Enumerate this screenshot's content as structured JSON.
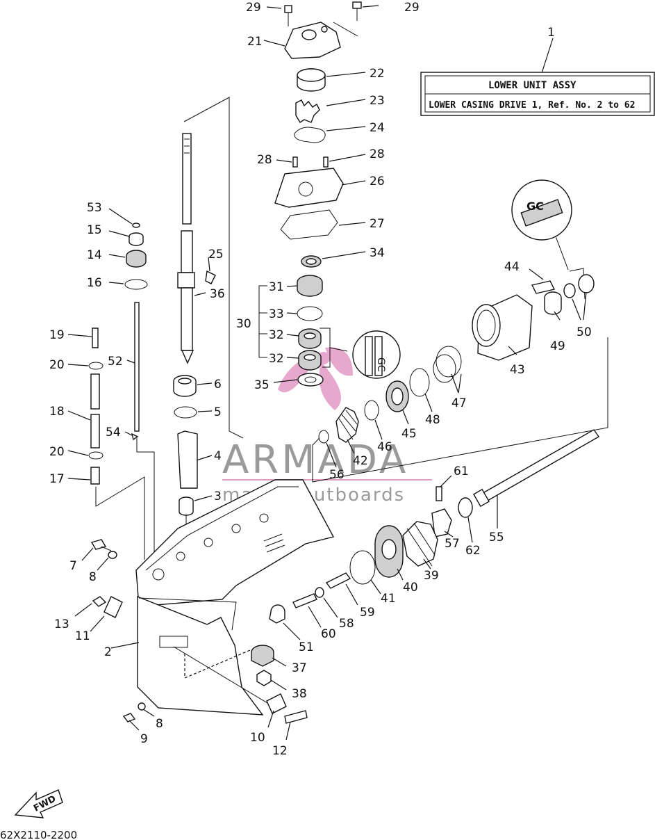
{
  "title_box": {
    "ref_number": "1",
    "line1": "LOWER UNIT ASSY",
    "line2": "LOWER CASING DRIVE 1, Ref. No. 2 to 62"
  },
  "watermark": {
    "brand": "ARMADA",
    "tagline": "marine outboards"
  },
  "fwd_label": "FWD",
  "diagram_code": "62X2110-2200",
  "callouts": {
    "c29a": "29",
    "c29b": "29",
    "c21": "21",
    "c22": "22",
    "c23": "23",
    "c24": "24",
    "c28a": "28",
    "c28b": "28",
    "c26": "26",
    "c27": "27",
    "c34": "34",
    "c53": "53",
    "c15": "15",
    "c14": "14",
    "c25": "25",
    "c16": "16",
    "c36": "36",
    "c31": "31",
    "c33": "33",
    "c30": "30",
    "c32a": "32",
    "c32b": "32",
    "c44": "44",
    "c50": "50",
    "c49": "49",
    "c19": "19",
    "c52": "52",
    "c20a": "20",
    "c6": "6",
    "c35": "35",
    "c43": "43",
    "c5": "5",
    "c47": "47",
    "c18": "18",
    "c48": "48",
    "c45": "45",
    "c54": "54",
    "c46": "46",
    "c4": "4",
    "c42": "42",
    "c20b": "20",
    "c56": "56",
    "c61": "61",
    "c17": "17",
    "c3": "3",
    "c55": "55",
    "c57": "57",
    "c62": "62",
    "c7": "7",
    "c8a": "8",
    "c39": "39",
    "c40": "40",
    "c41": "41",
    "c59": "59",
    "c13": "13",
    "c58": "58",
    "c11": "11",
    "c60": "60",
    "c51": "51",
    "c2": "2",
    "c37": "37",
    "c38": "38",
    "c8b": "8",
    "c9": "9",
    "c10": "10",
    "c12": "12"
  },
  "colors": {
    "watermark_pink": "#e39ac6",
    "line": "#111111"
  }
}
